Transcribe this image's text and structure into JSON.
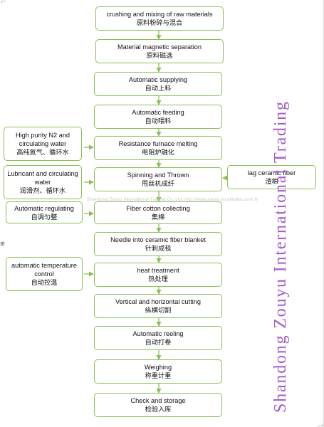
{
  "steps": [
    {
      "en": "crushing and mixing of raw materials",
      "cn": "原料粉碎与混合"
    },
    {
      "en": "Material magnetic separation",
      "cn": "原料磁选"
    },
    {
      "en": "Automatic supplying",
      "cn": "自动上料"
    },
    {
      "en": "Automatic feeding",
      "cn": "自动喂料"
    },
    {
      "en": "Resistance furnace melting",
      "cn": "电阻炉融化"
    },
    {
      "en": "Spinning and Thrown",
      "cn": "甩丝机成纤"
    },
    {
      "en": "Fiber cotton collecting",
      "cn": "集棉"
    },
    {
      "en": "Needle into ceramic fiber blanket",
      "cn": "针刺成毯"
    },
    {
      "en": "heat treatment",
      "cn": "热处理"
    },
    {
      "en": "Vertical and horizontal cutting",
      "cn": "纵横切割"
    },
    {
      "en": "Automatic reeling",
      "cn": "自动打卷"
    },
    {
      "en": "Weighing",
      "cn": "称重计重"
    },
    {
      "en": "Check and storage",
      "cn": "检验入库"
    }
  ],
  "inputs": [
    {
      "en": "High purity N2 and circulating water",
      "cn": "高纯氮气、循环水"
    },
    {
      "en": "Lubricant and circulating water",
      "cn": "润滑剂、循环水"
    },
    {
      "en": "Automatic regulating",
      "cn": "自调匀整"
    },
    {
      "en": "automatic temperature control",
      "cn": "自动控温"
    },
    {
      "en": "lag ceramic fiber",
      "cn": "渣棉"
    }
  ],
  "watermark": "Shandong Zouyu International Trading",
  "faint_text": "Shandong Zouyu International Trading Co.,Ltd. http://www.zouyu.en.alibaba.com/ http://sdzouyutrading/",
  "colors": {
    "border": "#8cbf56",
    "arrow": "#8cbf56",
    "watermark": "#9a48c8"
  }
}
